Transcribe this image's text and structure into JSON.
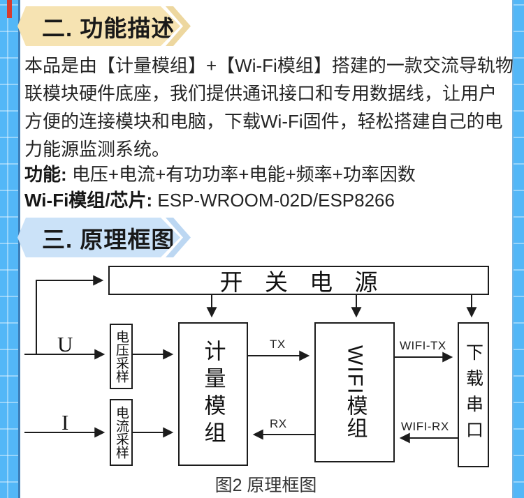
{
  "colors": {
    "background_blue": "#53B7F7",
    "grid_line_white": "rgba(255,255,255,0.4)",
    "panel_white": "#FFFFFF",
    "accent_red": "#D63C30",
    "banner_cream": "#F6E3B2",
    "banner_blue": "#CBE2F8",
    "text_dark": "#1E1E1E",
    "diagram_line": "#1C1C1C"
  },
  "section_function": {
    "title": "二. 功能描述",
    "paragraph": "本品是由【计量模组】+【Wi-Fi模组】搭建的一款交流导轨物联模块硬件底座，我们提供通讯接口和专用数据线，让用户方便的连接模块和电脑，下载Wi-Fi固件，轻松搭建自己的电力能源监测系统。",
    "feature_label": "功能:",
    "feature_value": "电压+电流+有功功率+电能+频率+功率因数",
    "chip_label": "Wi-Fi模组/芯片:",
    "chip_value": "ESP-WROOM-02D/ESP8266"
  },
  "section_diagram": {
    "title": "三. 原理框图",
    "caption": "图2 原理框图",
    "blocks": {
      "power": "开 关 电 源",
      "voltage_sampling": "电压采样",
      "current_sampling": "电流采样",
      "metering_module": "计量模组",
      "wifi_module": "WIFI模组",
      "download_serial": "下载串口"
    },
    "labels": {
      "input_u": "U",
      "input_i": "I",
      "tx": "TX",
      "rx": "RX",
      "wifi_tx": "WIFI-TX",
      "wifi_rx": "WIFI-RX"
    }
  }
}
